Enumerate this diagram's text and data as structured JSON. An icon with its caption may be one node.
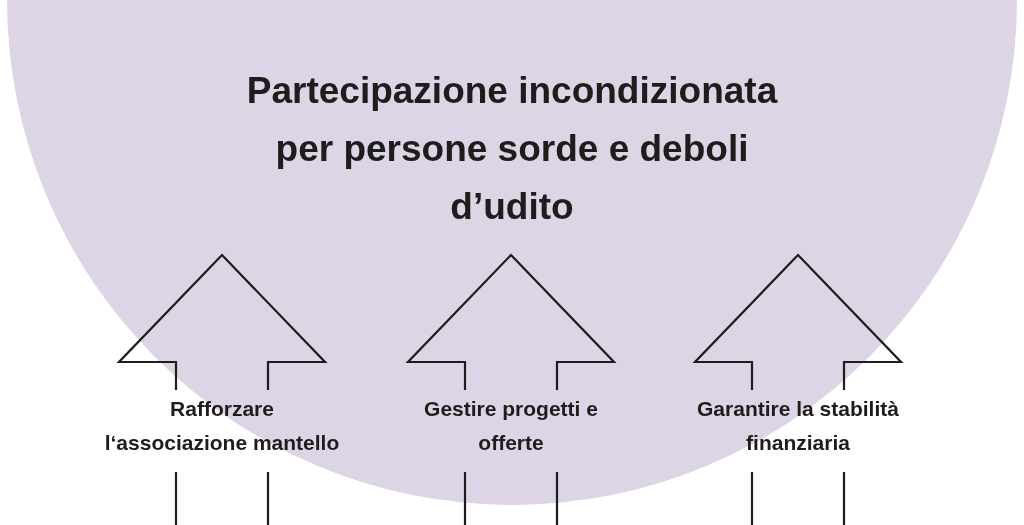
{
  "diagram": {
    "nodes": [
      {
        "text": [
          "Partecipazione incondizionata per persone sorde e deboli d’udito"
        ]
      },
      {
        "text": [
          "Rafforzare l‘associazione mantello"
        ]
      },
      {
        "text": [
          "Gestire progetti e offerte"
        ]
      },
      {
        "text": [
          "Garantire la stabilità finanziaria"
        ]
      }
    ]
  }
}
